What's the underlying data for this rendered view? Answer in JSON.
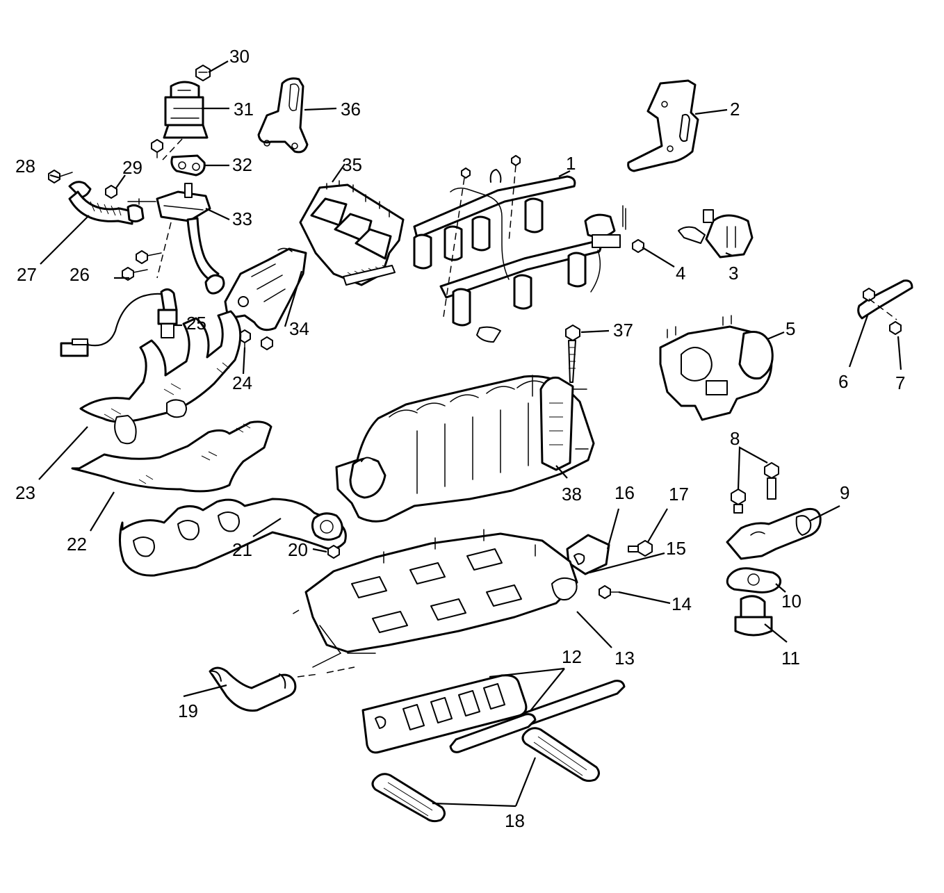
{
  "diagram": {
    "callouts": [
      "1",
      "2",
      "3",
      "4",
      "5",
      "6",
      "7",
      "8",
      "9",
      "10",
      "11",
      "12",
      "13",
      "14",
      "15",
      "16",
      "17",
      "18",
      "19",
      "20",
      "21",
      "22",
      "23",
      "24",
      "25",
      "26",
      "27",
      "28",
      "29",
      "30",
      "31",
      "32",
      "33",
      "34",
      "35",
      "36",
      "37",
      "38"
    ]
  }
}
